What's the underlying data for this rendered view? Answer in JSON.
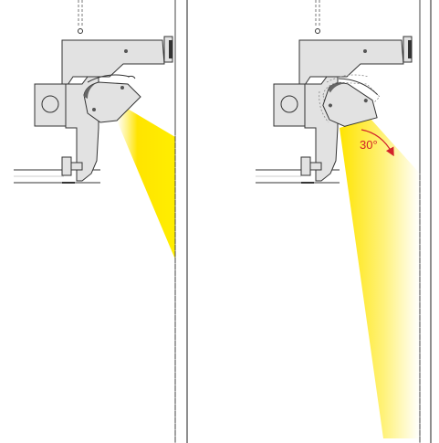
{
  "annotations": {
    "rotation_angle": "30°"
  },
  "colors": {
    "beam": "#ffe400",
    "fixture_body": "#e2e2e2",
    "outline": "#333333",
    "accent_red": "#d2232a",
    "background": "#ffffff"
  },
  "panels": [
    {
      "view": "initial-position"
    },
    {
      "view": "rotated-position"
    }
  ]
}
